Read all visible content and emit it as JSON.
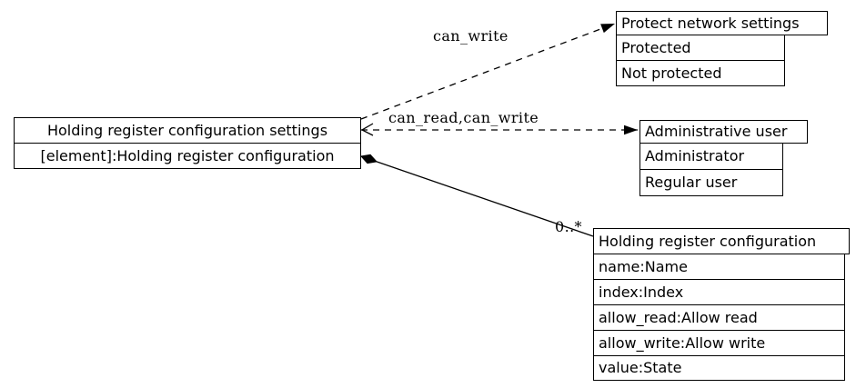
{
  "diagram": {
    "colors": {
      "background": "#ffffff",
      "line": "#000000",
      "text": "#000000"
    },
    "nodes": {
      "settings": {
        "title": "Holding register configuration settings",
        "rows": [
          "[element]:Holding register configuration"
        ]
      },
      "protect_network": {
        "title": "Protect network settings",
        "rows": [
          "Protected",
          "Not protected"
        ]
      },
      "admin_user": {
        "title": "Administrative user",
        "rows": [
          "Administrator",
          "Regular user"
        ]
      },
      "holding_register": {
        "title": "Holding register configuration",
        "rows": [
          "name:Name",
          "index:Index",
          "allow_read:Allow read",
          "allow_write:Allow write",
          "value:State"
        ]
      }
    },
    "edges": {
      "can_write": {
        "label": "can_write",
        "style": "dashed",
        "source": "settings",
        "target": "protect_network",
        "target_arrow": "filled",
        "source_arrow": "none"
      },
      "can_read_can_write": {
        "label": "can_read,can_write",
        "style": "dashed",
        "source": "settings",
        "target": "admin_user",
        "target_arrow": "filled",
        "source_arrow": "open"
      },
      "composition": {
        "label": "0..*",
        "style": "solid",
        "source": "settings",
        "target": "holding_register",
        "source_decoration": "filled-diamond",
        "target_arrow": "none"
      }
    }
  }
}
